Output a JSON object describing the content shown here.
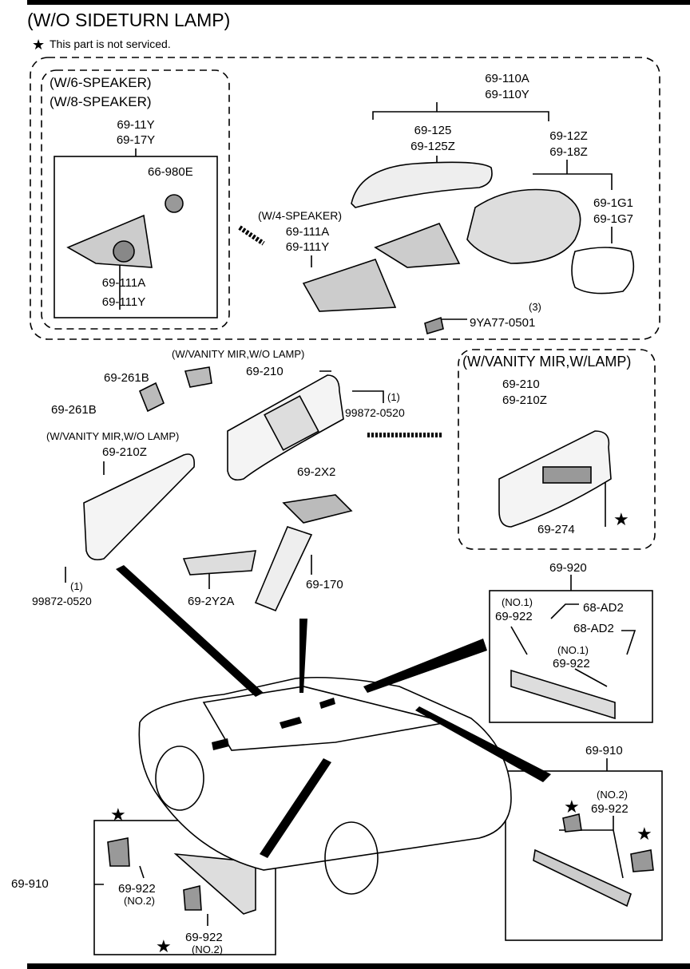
{
  "title": "(W/O SIDETURN LAMP)",
  "note": {
    "icon": "star-icon",
    "text": "This part is not serviced."
  },
  "labels": [
    "(W/6-SPEAKER)",
    "(W/8-SPEAKER)",
    "69-11Y",
    "69-17Y",
    "66-980E",
    "69-111A",
    "69-111Y",
    "69-110A",
    "69-110Y",
    "69-125",
    "69-125Z",
    "69-12Z",
    "69-18Z",
    "(W/4-SPEAKER)",
    "69-111A",
    "69-111Y",
    "69-1G1",
    "69-1G7",
    "(3)",
    "9YA77-0501",
    "(W/VANITY MIR,W/O LAMP)",
    "69-210",
    "69-261B",
    "69-261B",
    "(1)",
    "99872-0520",
    "(W/VANITY MIR,W/LAMP)",
    "69-210",
    "69-210Z",
    "(W/VANITY MIR,W/O LAMP)",
    "69-210Z",
    "69-2X2",
    "69-274",
    "(1)",
    "99872-0520",
    "69-2Y2A",
    "69-170",
    "69-920",
    "(NO.1)",
    "69-922",
    "68-AD2",
    "68-AD2",
    "(NO.1)",
    "69-922",
    "69-910",
    "(NO.2)",
    "69-922",
    "69-910",
    "69-922",
    "(NO.2)",
    "69-922",
    "(NO.2)"
  ]
}
